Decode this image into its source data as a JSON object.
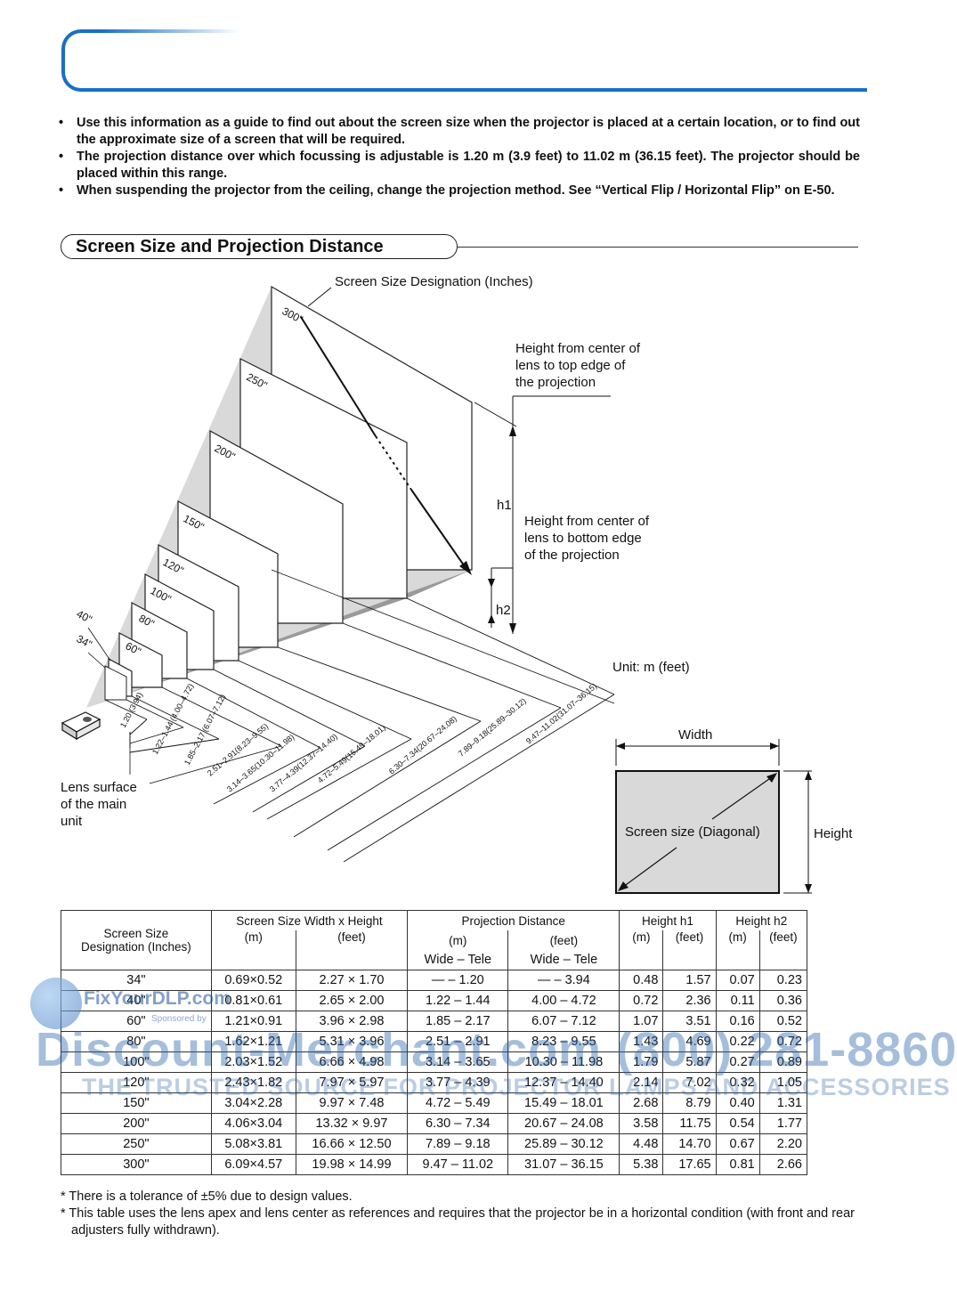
{
  "bullets": [
    "Use this information as a guide to find out about the screen size when the projector is placed at a certain location, or to find out the approximate size of a screen that will be required.",
    "The projection distance over which focussing is adjustable is 1.20 m (3.9 feet) to 11.02 m (36.15 feet). The projector should be placed within this range.",
    "When suspending the projector from the ceiling, change the projection method. See “Vertical Flip / Horizontal Flip” on E-50."
  ],
  "section_title": "Screen Size and Projection Distance",
  "diagram": {
    "screen_size_designation": "Screen Size Designation (Inches)",
    "height_top_1": "Height from center of",
    "height_top_2": "lens to top edge of",
    "height_top_3": "the projection",
    "height_bottom_1": "Height from center of",
    "height_bottom_2": "lens to bottom edge",
    "height_bottom_3": "of the projection",
    "h1": "h1",
    "h2": "h2",
    "unit": "Unit: m (feet)",
    "lens_1": "Lens surface",
    "lens_2": "of the main",
    "lens_3": "unit",
    "width": "Width",
    "height": "Height",
    "diagonal": "Screen size (Diagonal)",
    "sizes": [
      "300\"",
      "250\"",
      "200\"",
      "150\"",
      "120\"",
      "100\"",
      "80\"",
      "60\"",
      "40\"",
      "34\""
    ],
    "ranges": [
      "1.20 (3.94)",
      "1.22–1.44 (4.00–4.72)",
      "1.85–2.17 (6.07–7.12)",
      "2.51–2.91(8.23–9.55)",
      "3.14–3.65(10.30–11.98)",
      "3.77–4.39(12.37–14.40)",
      "4.72–5.49(15.49–18.01)",
      "6.30–7.34(20.67–24.08)",
      "7.89–9.18(25.89–30.12)",
      "9.47–11.02(31.07–36.15)"
    ]
  },
  "table": {
    "col_screen_size": "Screen Size",
    "col_screen_size_2": "Designation (Inches)",
    "col_wh": "Screen Size Width x Height",
    "col_pd": "Projection Distance",
    "col_h1": "Height h1",
    "col_h2": "Height h2",
    "m": "(m)",
    "feet": "(feet)",
    "wide_tele": "Wide  –   Tele",
    "rows": [
      [
        "34\"",
        "0.69×0.52",
        "2.27 ×  1.70",
        "—  –  1.20",
        "—  –  3.94",
        "0.48",
        "1.57",
        "0.07",
        "0.23"
      ],
      [
        "40\"",
        "0.81×0.61",
        "2.65 ×  2.00",
        "1.22  –  1.44",
        "4.00  –  4.72",
        "0.72",
        "2.36",
        "0.11",
        "0.36"
      ],
      [
        "60\"",
        "1.21×0.91",
        "3.96 ×  2.98",
        "1.85  –  2.17",
        "6.07  –  7.12",
        "1.07",
        "3.51",
        "0.16",
        "0.52"
      ],
      [
        "80\"",
        "1.62×1.21",
        "5.31 ×  3.96",
        "2.51  –  2.91",
        "8.23  –  9.55",
        "1.43",
        "4.69",
        "0.22",
        "0.72"
      ],
      [
        "100\"",
        "2.03×1.52",
        "6.66 ×  4.98",
        "3.14  –  3.65",
        "10.30  – 11.98",
        "1.79",
        "5.87",
        "0.27",
        "0.89"
      ],
      [
        "120\"",
        "2.43×1.82",
        "7.97 ×  5.97",
        "3.77  –  4.39",
        "12.37  – 14.40",
        "2.14",
        "7.02",
        "0.32",
        "1.05"
      ],
      [
        "150\"",
        "3.04×2.28",
        "9.97 ×  7.48",
        "4.72  –  5.49",
        "15.49  – 18.01",
        "2.68",
        "8.79",
        "0.40",
        "1.31"
      ],
      [
        "200\"",
        "4.06×3.04",
        "13.32 ×  9.97",
        "6.30  –  7.34",
        "20.67  – 24.08",
        "3.58",
        "11.75",
        "0.54",
        "1.77"
      ],
      [
        "250\"",
        "5.08×3.81",
        "16.66 × 12.50",
        "7.89  –  9.18",
        "25.89  – 30.12",
        "4.48",
        "14.70",
        "0.67",
        "2.20"
      ],
      [
        "300\"",
        "6.09×4.57",
        "19.98 × 14.99",
        "9.47  – 11.02",
        "31.07  – 36.15",
        "5.38",
        "17.65",
        "0.81",
        "2.66"
      ]
    ]
  },
  "notes": [
    "* There is a tolerance of ±5% due to design values.",
    "* This table uses the lens apex and lens center as references and requires that the projector be in a horizontal condition (with front and rear adjusters fully withdrawn)."
  ],
  "watermark": {
    "line1": "Discount-Merchant.com (800) 281-8860",
    "line2": "THE TRUSTED SOURCE FOR PROJECTOR LAMPS AND ACCESSORIES",
    "logo": "FixYourDLP.com",
    "sponsor": "Sponsored by"
  }
}
